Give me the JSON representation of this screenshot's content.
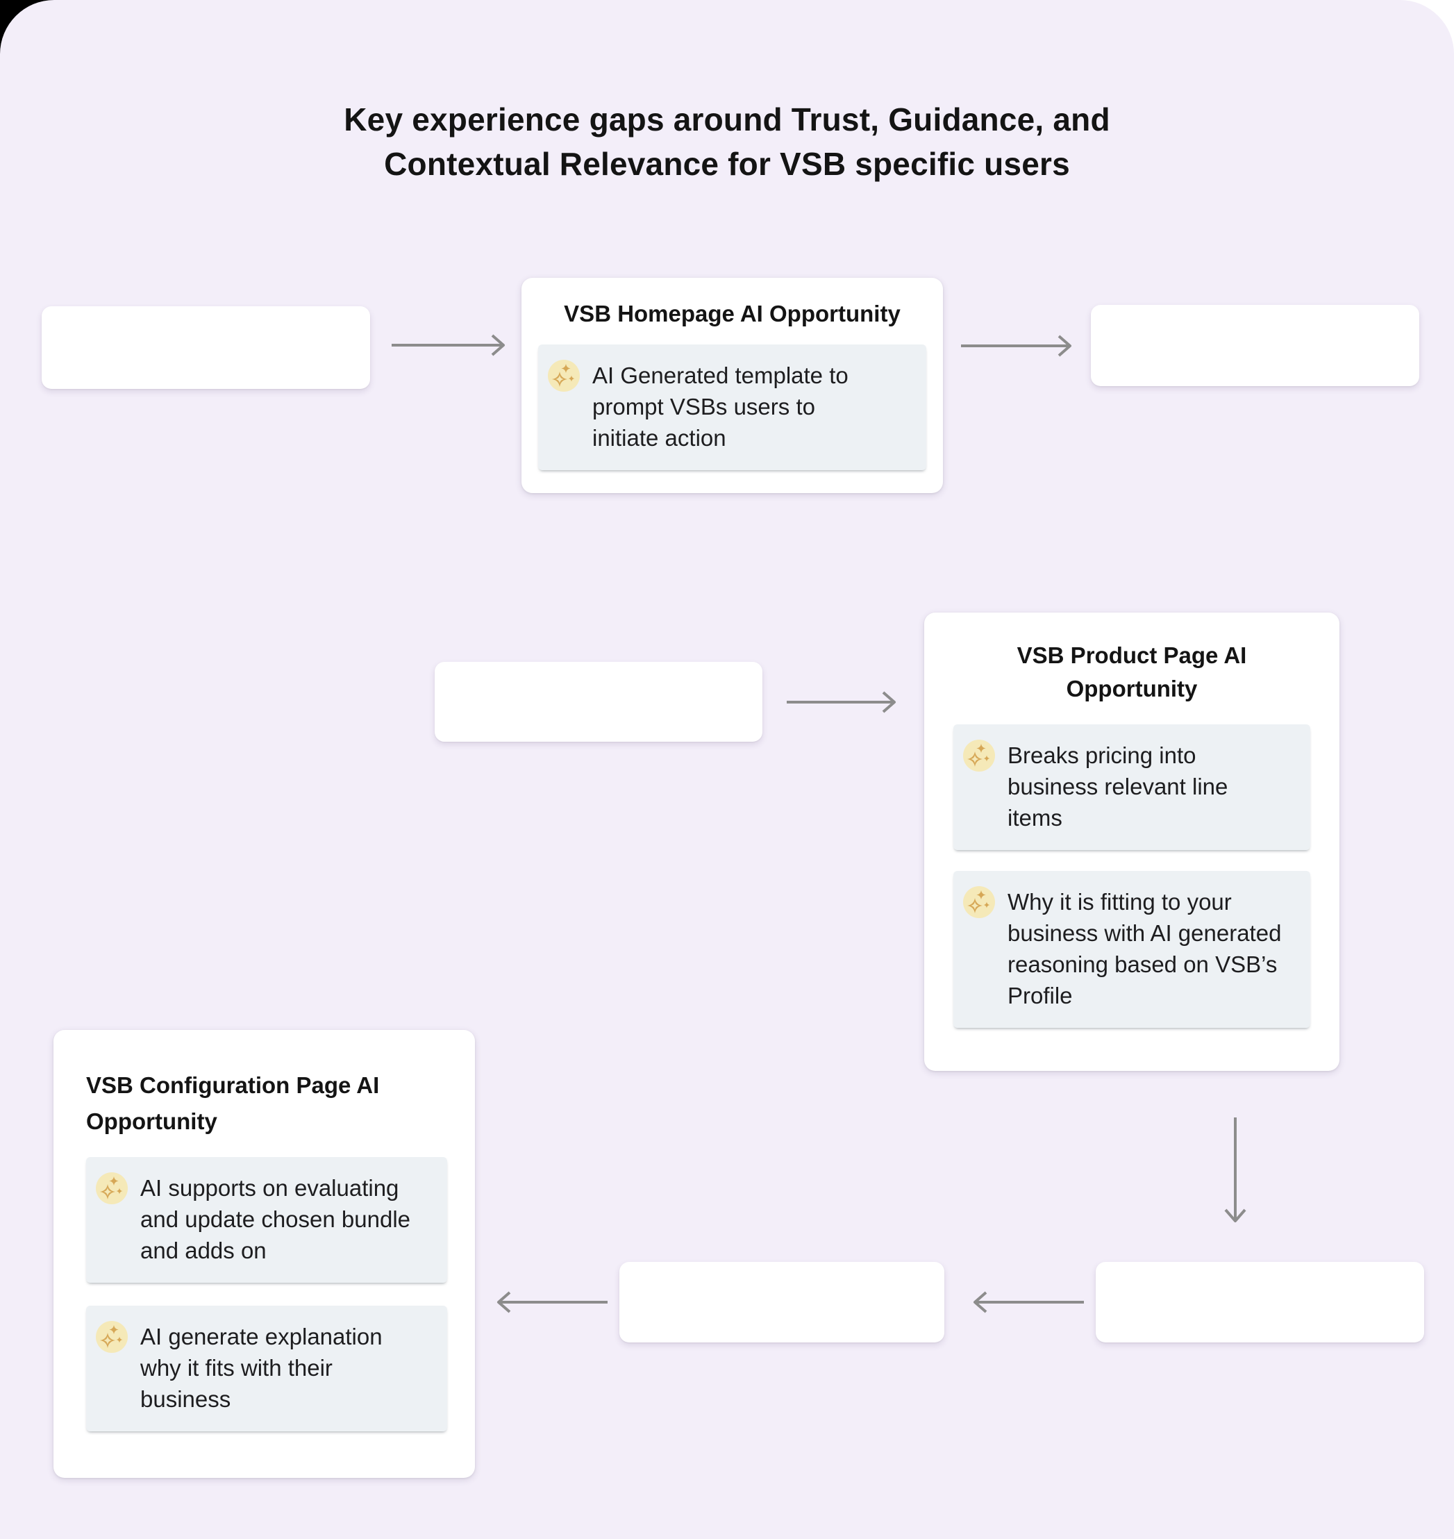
{
  "page": {
    "title_line1": "Key experience gaps around Trust, Guidance, and",
    "title_line2": "Contextual Relevance for VSB specific users"
  },
  "colors": {
    "background": "#f3eef9",
    "card": "#ffffff",
    "chip": "#edf1f4",
    "arrow": "#8c8c8c",
    "icon_circle": "#f5e9b8",
    "icon_sparkle": "#d6a756",
    "text": "#1d1d1f",
    "title": "#141414"
  },
  "cards": {
    "homepage": {
      "title": "VSB Homepage AI Opportunity",
      "items": [
        {
          "icon": "sparkles-icon",
          "text": "AI Generated template to prompt  VSBs users to initiate action"
        }
      ]
    },
    "product": {
      "title": "VSB Product Page AI Opportunity",
      "items": [
        {
          "icon": "sparkles-icon",
          "text": "Breaks pricing into business relevant line items"
        },
        {
          "icon": "sparkles-icon",
          "text": "Why it is fitting to your business with AI generated reasoning based on VSB’s Profile"
        }
      ]
    },
    "configuration": {
      "title": "VSB Configuration Page AI Opportunity",
      "items": [
        {
          "icon": "sparkles-icon",
          "text": "AI supports on evaluating and update chosen bundle and adds on"
        },
        {
          "icon": "sparkles-icon",
          "text": "AI generate explanation why it fits with their business"
        }
      ]
    }
  }
}
